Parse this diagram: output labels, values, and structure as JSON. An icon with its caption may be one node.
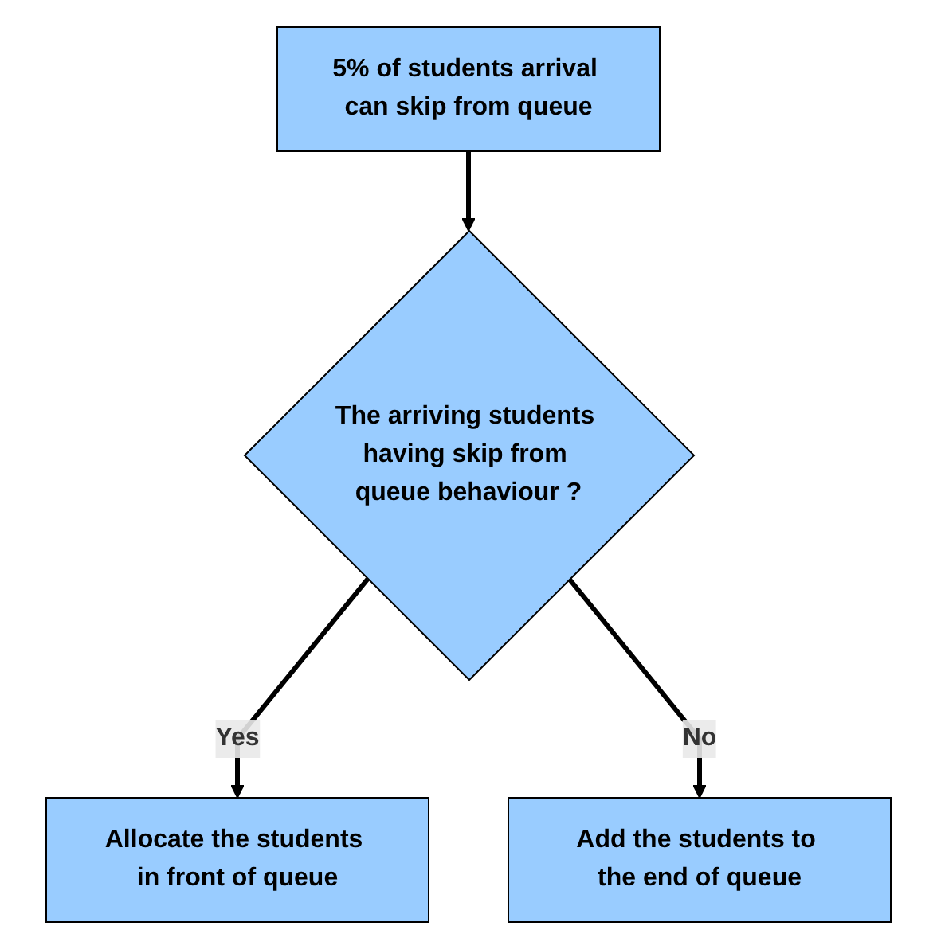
{
  "diagram": {
    "nodes": [
      {
        "text": [
          "5% of students arrival can skip from queue"
        ]
      },
      {
        "text": [
          "The arriving students having skip from queue behaviour ?"
        ]
      },
      {
        "text": [
          "Allocate the students in front of queue"
        ]
      },
      {
        "text": [
          "Add the students to the end of queue"
        ]
      }
    ],
    "edges": [
      {
        "from": 0,
        "to": 1,
        "arrow": "to"
      },
      {
        "from": 1,
        "to": 2,
        "arrow": "to",
        "label": "Yes"
      },
      {
        "from": 1,
        "to": 3,
        "arrow": "to",
        "label": "No"
      }
    ]
  }
}
